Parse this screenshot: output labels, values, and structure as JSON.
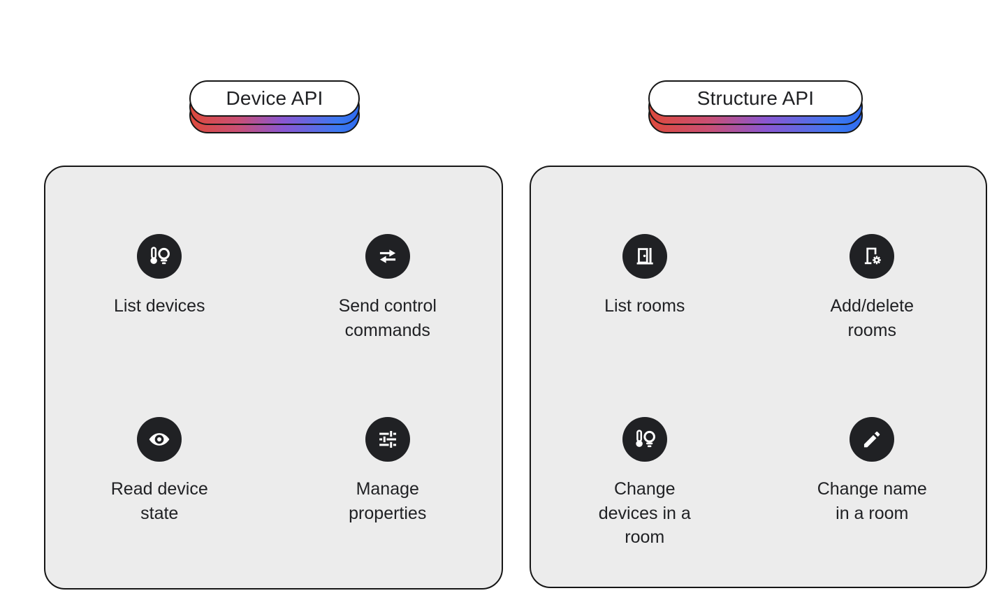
{
  "panels": [
    {
      "title": "Device API",
      "items": [
        {
          "label": "List devices",
          "icon": "thermostat-bulb-icon"
        },
        {
          "label": "Send control commands",
          "icon": "swap-arrows-icon"
        },
        {
          "label": "Read device state",
          "icon": "eye-icon"
        },
        {
          "label": "Manage properties",
          "icon": "tune-sliders-icon"
        }
      ]
    },
    {
      "title": "Structure API",
      "items": [
        {
          "label": "List rooms",
          "icon": "open-door-icon"
        },
        {
          "label": "Add/delete rooms",
          "icon": "door-settings-icon"
        },
        {
          "label": "Change devices in a room",
          "icon": "thermostat-bulb-icon"
        },
        {
          "label": "Change name in a room",
          "icon": "pencil-icon"
        }
      ]
    }
  ],
  "colors": {
    "accent_red": "#dd4a3d",
    "accent_purple": "#8a57d1",
    "accent_blue": "#3c79f1",
    "panel_bg": "#ececec",
    "icon_bg": "#202124",
    "text": "#202124",
    "line": "#161616"
  }
}
